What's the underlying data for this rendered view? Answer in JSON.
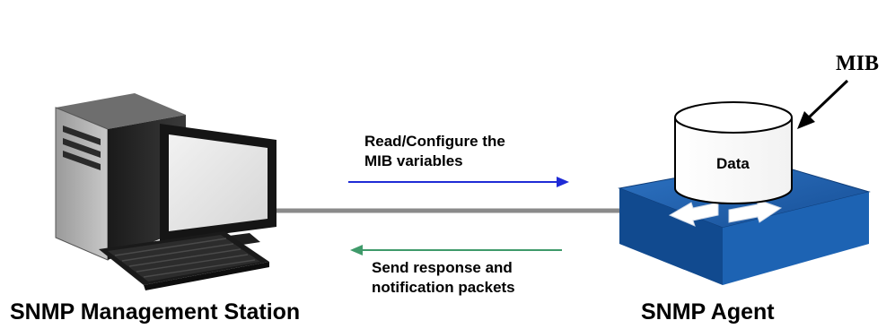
{
  "labels": {
    "management_station": "SNMP Management Station",
    "agent": "SNMP Agent",
    "mib": "MIB",
    "data": "Data",
    "request_line1": "Read/Configure the",
    "request_line2": "MIB variables",
    "response_line1": "Send response and",
    "response_line2": "notification packets"
  },
  "colors": {
    "request_arrow": "#1f2bd6",
    "response_arrow": "#3f9a6a",
    "link_line": "#8a8a8a",
    "switch_blue": "#1a5ba8"
  },
  "icons": [
    "computer-icon",
    "switch-icon",
    "database-icon"
  ]
}
